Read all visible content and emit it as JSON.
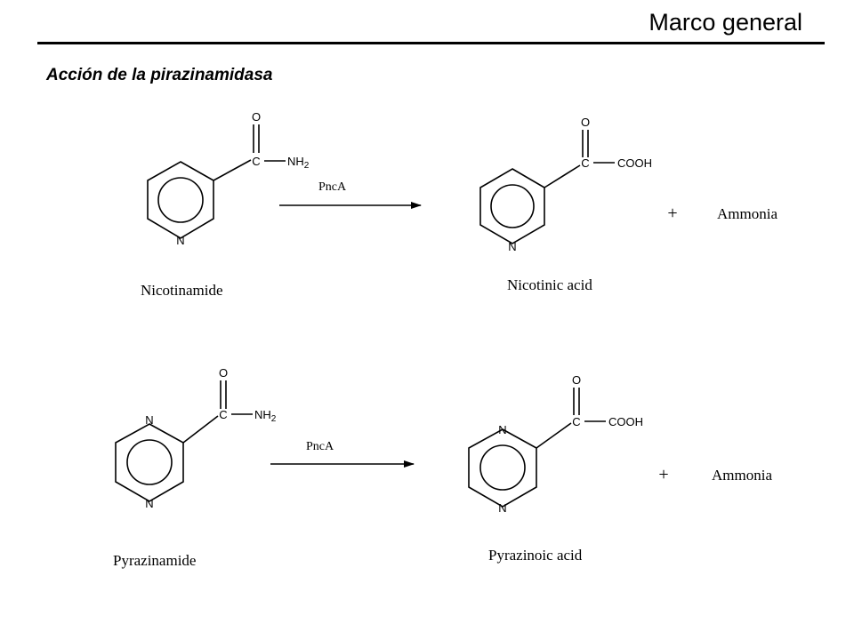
{
  "header": {
    "title": "Marco general"
  },
  "slide": {
    "subtitle": "Acción de la pirazinamidasa"
  },
  "reactions": [
    {
      "substrate": {
        "name": "Nicotinamide",
        "ring_atoms": [
          "N"
        ],
        "carbon": "C",
        "oxygen": "O",
        "group": "NH",
        "group_sub": "2"
      },
      "enzyme": "PncA",
      "product": {
        "name": "Nicotinic acid",
        "ring_atoms": [
          "N"
        ],
        "carbon": "C",
        "oxygen": "O",
        "group": "COOH"
      },
      "plus": "+",
      "byproduct": "Ammonia"
    },
    {
      "substrate": {
        "name": "Pyrazinamide",
        "ring_atoms": [
          "N",
          "N"
        ],
        "carbon": "C",
        "oxygen": "O",
        "group": "NH",
        "group_sub": "2"
      },
      "enzyme": "PncA",
      "product": {
        "name": "Pyrazinoic acid",
        "ring_atoms": [
          "N",
          "N"
        ],
        "carbon": "C",
        "oxygen": "O",
        "group": "COOH"
      },
      "plus": "+",
      "byproduct": "Ammonia"
    }
  ]
}
